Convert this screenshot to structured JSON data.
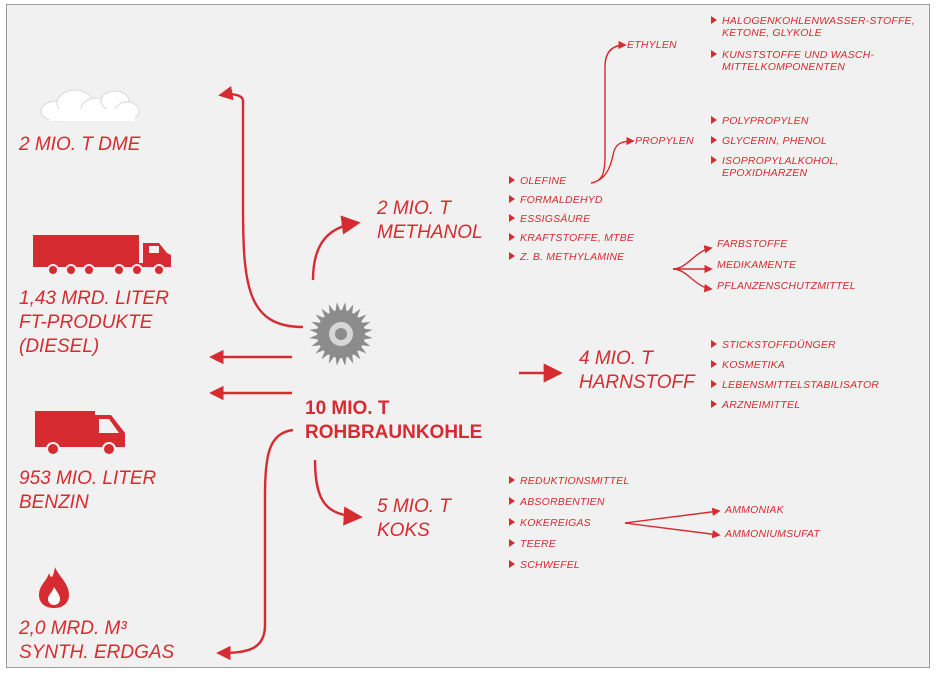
{
  "center": {
    "line1": "10 MIO. T",
    "line2": "ROHBRAUNKOHLE"
  },
  "left_products": [
    {
      "icon": "cloud-icon",
      "line1": "2 MIO. T DME"
    },
    {
      "icon": "truck-icon",
      "line1": "1,43 MRD. LITER",
      "line2": "FT-PRODUKTE",
      "line3": "(DIESEL)"
    },
    {
      "icon": "van-icon",
      "line1": "953 MIO. LITER",
      "line2": "BENZIN"
    },
    {
      "icon": "flame-icon",
      "line1": "2,0 MRD. M³",
      "line2": "SYNTH. ERDGAS"
    }
  ],
  "methanol": {
    "line1": "2 MIO. T",
    "line2": "METHANOL",
    "items": [
      "OLEFINE",
      "FORMALDEHYD",
      "ESSIGSÄURE",
      "KRAFTSTOFFE, MTBE",
      "Z. B. METHYLAMINE"
    ],
    "ethylen": {
      "label": "ETHYLEN",
      "items": [
        "HALOGENKOHLENWASSER-STOFFE, KETONE, GLYKOLE",
        "KUNSTSTOFFE UND WASCH-MITTELKOMPONENTEN"
      ]
    },
    "propylen": {
      "label": "PROPYLEN",
      "items": [
        "POLYPROPYLEN",
        "GLYCERIN, PHENOL",
        "ISOPROPYLALKOHOL, EPOXIDHARZEN"
      ]
    },
    "methylamine_items": [
      "FARBSTOFFE",
      "MEDIKAMENTE",
      "PFLANZENSCHUTZMITTEL"
    ]
  },
  "harnstoff": {
    "line1": "4 MIO. T",
    "line2": "HARNSTOFF",
    "items": [
      "STICKSTOFFDÜNGER",
      "KOSMETIKA",
      "LEBENSMITTELSTABILISATOR",
      "ARZNEIMITTEL"
    ]
  },
  "koks": {
    "line1": "5 MIO. T",
    "line2": "KOKS",
    "items": [
      "REDUKTIONSMITTEL",
      "ABSORBENTIEN",
      "KOKEREIGAS",
      "TEERE",
      "SCHWEFEL"
    ],
    "kokereigas_items": [
      "AMMONIAK",
      "AMMONIUMSUFAT"
    ]
  },
  "colors": {
    "accent": "#d62b30",
    "background": "#f1f1f1",
    "icon_gray": "#8c8c8c"
  }
}
